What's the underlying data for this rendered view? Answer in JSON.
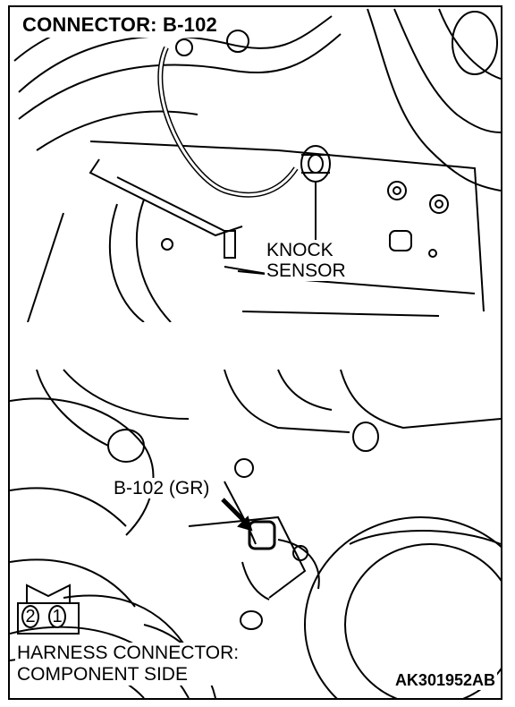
{
  "header": {
    "title": "CONNECTOR: B-102"
  },
  "callouts": {
    "knock_sensor_line1": "KNOCK",
    "knock_sensor_line2": "SENSOR",
    "connector_location": "B-102 (GR)"
  },
  "connector": {
    "pins": [
      "2",
      "1"
    ],
    "caption_line1": "HARNESS CONNECTOR:",
    "caption_line2": "COMPONENT SIDE"
  },
  "figure_code": "AK301952AB",
  "colors": {
    "line": "#000000",
    "background": "#ffffff"
  }
}
